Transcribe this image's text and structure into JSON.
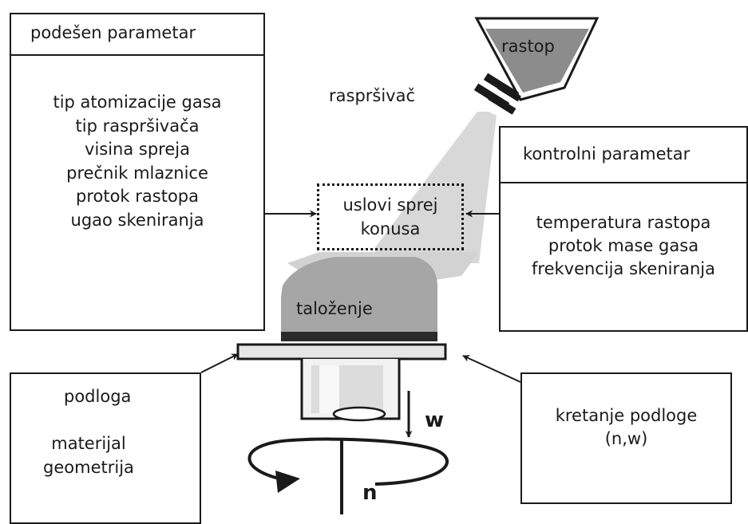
{
  "adjusted": {
    "header": "podešen parametar",
    "items": [
      "tip atomizacije gasa",
      "tip raspršivača",
      "visina spreja",
      "prečnik mlaznice",
      "protok rastopa",
      "ugao skeniranja"
    ]
  },
  "control": {
    "header": "kontrolni parametar",
    "items": [
      "temperatura rastopa",
      "protok mase gasa",
      "frekvencija skeniranja"
    ]
  },
  "melt_label": "rastop",
  "atomizer_label": "raspršivač",
  "spray_cone": {
    "line1": "uslovi sprej",
    "line2": "konusa"
  },
  "deposition_label": "taloženje",
  "substrate": {
    "title": "podloga",
    "items": [
      "materijal",
      "geometrija"
    ]
  },
  "motion": {
    "line1": "kretanje podloge",
    "line2": "(n,w)"
  },
  "w_label": "w",
  "n_label": "n",
  "colors": {
    "stroke": "#1a1a1a",
    "melt": "#8c8c8c",
    "deposit": "#a6a6a6",
    "spray": "#d2d2d2"
  }
}
